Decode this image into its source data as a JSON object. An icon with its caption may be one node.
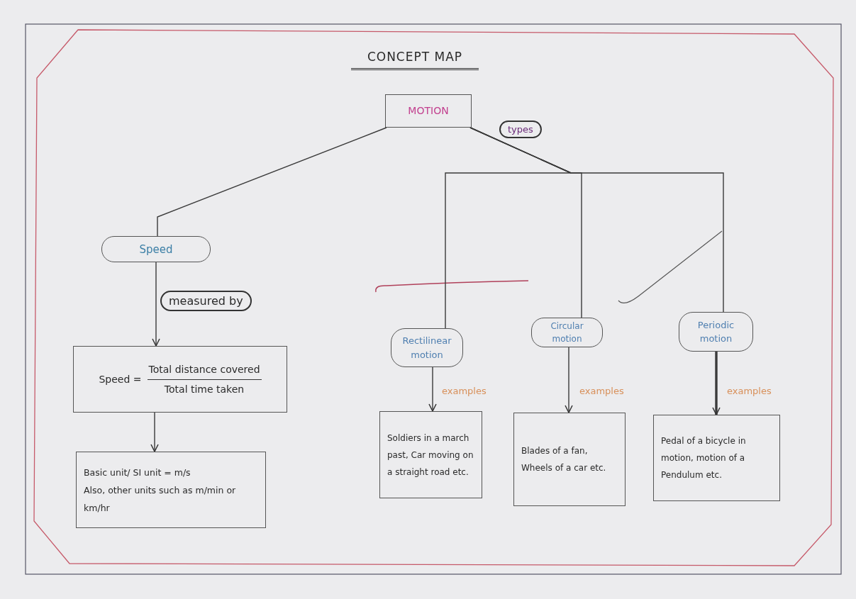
{
  "diagram": {
    "title": "CONCEPT MAP",
    "nodes": [
      {
        "text": [
          "MOTION"
        ]
      },
      {
        "text": [
          "Speed"
        ]
      },
      {
        "text": [
          "Speed =",
          "Total distance covered",
          "Total time taken"
        ]
      },
      {
        "text": [
          "Basic unit/ SI unit = m/s",
          "Also, other units such as m/min or km/hr"
        ]
      },
      {
        "text": [
          "Rectilinear motion"
        ]
      },
      {
        "text": [
          "Circular motion"
        ]
      },
      {
        "text": [
          "Periodic motion"
        ]
      },
      {
        "text": [
          "Soldiers in a march past, Car moving on a straight road etc."
        ]
      },
      {
        "text": [
          "Blades of a fan, Wheels of a car etc."
        ]
      },
      {
        "text": [
          "Pedal of a bicycle in motion, motion of a Pendulum etc."
        ]
      }
    ],
    "edges": [
      {
        "from": 0,
        "to": 1,
        "arrow": "none"
      },
      {
        "from": 0,
        "to": 4,
        "arrow": "none",
        "label": "types"
      },
      {
        "from": 0,
        "to": 5,
        "arrow": "none"
      },
      {
        "from": 0,
        "to": 6,
        "arrow": "none"
      },
      {
        "from": 1,
        "to": 2,
        "arrow": "to",
        "label": "measured by"
      },
      {
        "from": 2,
        "to": 3,
        "arrow": "to"
      },
      {
        "from": 4,
        "to": 7,
        "arrow": "to",
        "label": "examples"
      },
      {
        "from": 5,
        "to": 8,
        "arrow": "to",
        "label": "examples"
      },
      {
        "from": 6,
        "to": 9,
        "arrow": "to",
        "label": "examples",
        "style": "thick"
      }
    ]
  }
}
